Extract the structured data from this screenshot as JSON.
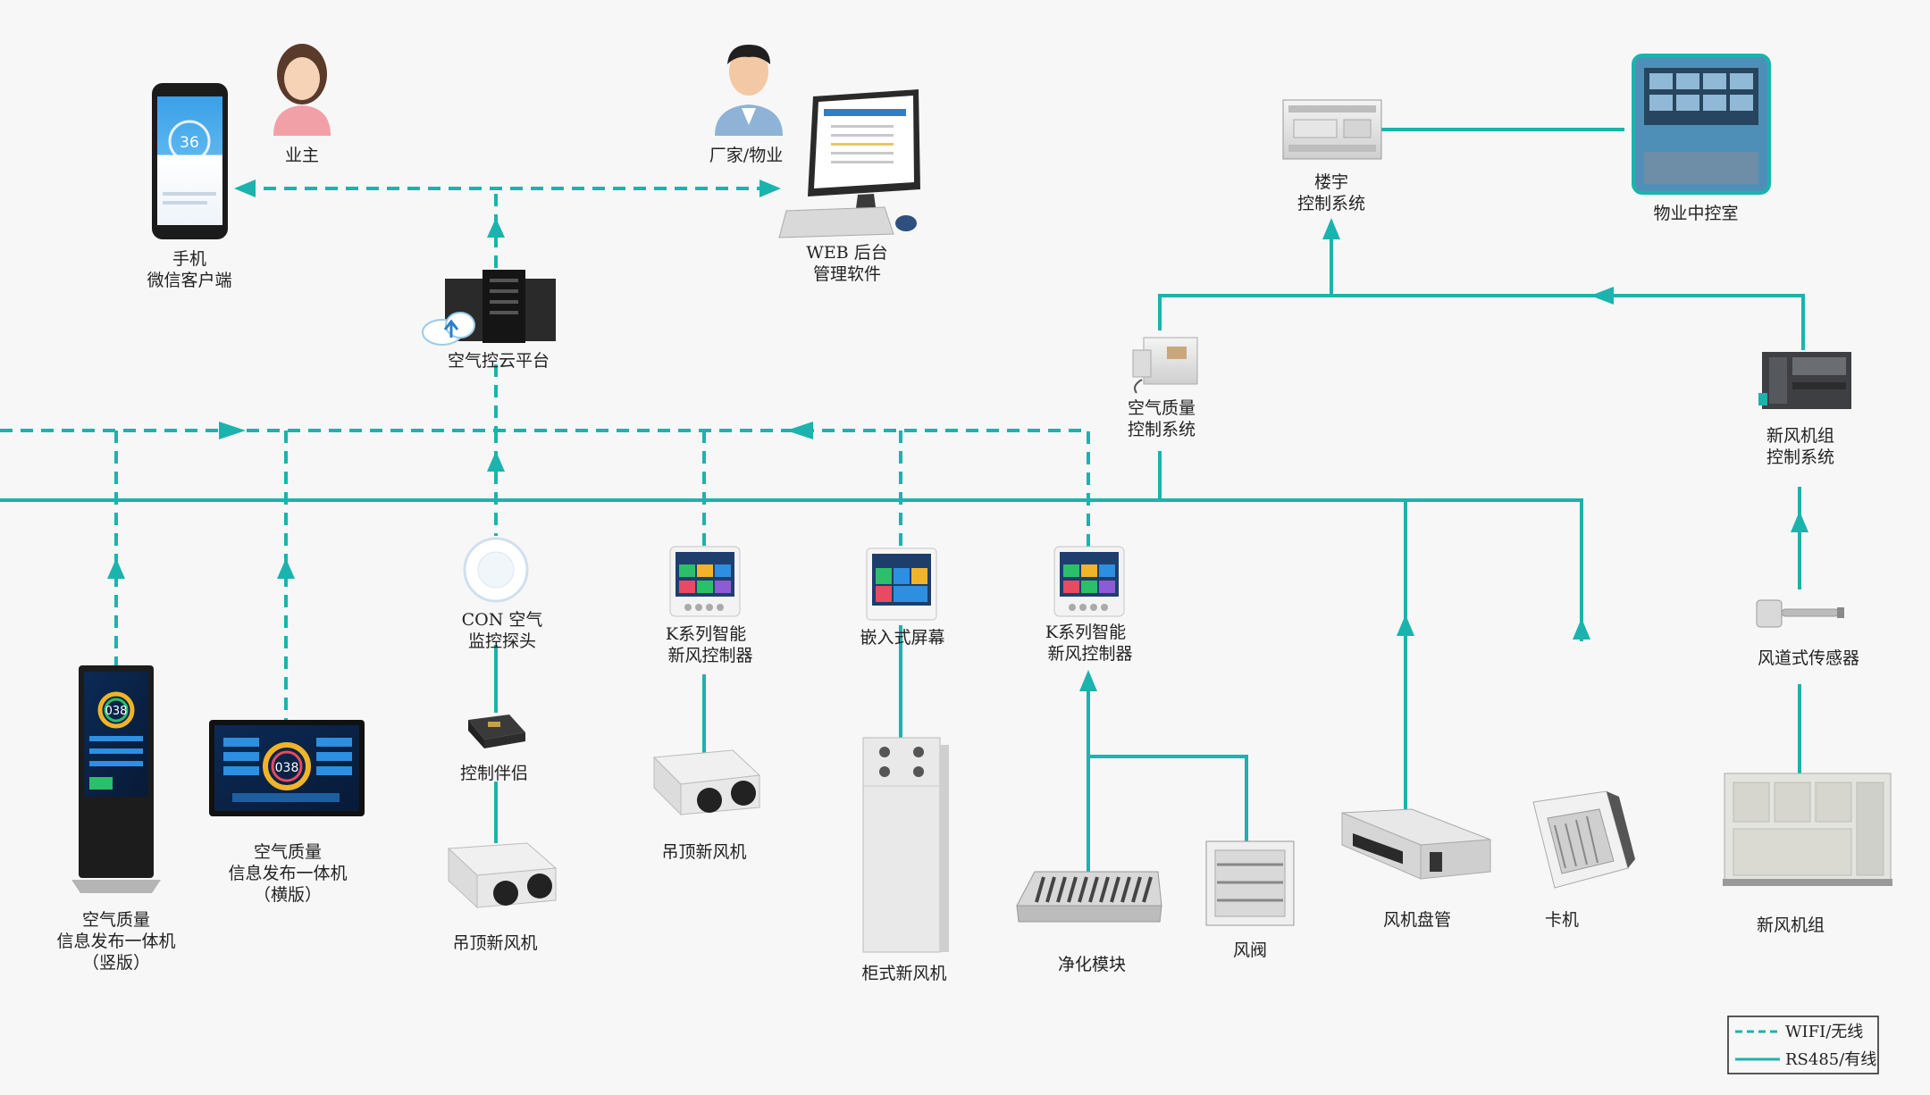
{
  "colors": {
    "line": "#1bb3ad",
    "background": "#f7f7f7",
    "text": "#222222"
  },
  "nodes": {
    "phone": {
      "line1": "手机",
      "line2": "微信客户端",
      "screen_value": "36"
    },
    "owner": {
      "label": "业主"
    },
    "manufacturer": {
      "label": "厂家/物业"
    },
    "web": {
      "line1": "WEB 后台",
      "line2": "管理软件"
    },
    "cloud": {
      "label": "空气控云平台"
    },
    "building": {
      "line1": "楼宇",
      "line2": "控制系统"
    },
    "control_room": {
      "label": "物业中控室"
    },
    "aq_control": {
      "line1": "空气质量",
      "line2": "控制系统"
    },
    "fresh_air_control": {
      "line1": "新风机组",
      "line2": "控制系统"
    },
    "probe": {
      "line1": "CON 空气",
      "line2": "监控探头"
    },
    "k_controller_1": {
      "line1": "K系列智能",
      "line2": "新风控制器"
    },
    "embedded_screen": {
      "label": "嵌入式屏幕"
    },
    "k_controller_2": {
      "line1": "K系列智能",
      "line2": "新风控制器"
    },
    "duct_sensor": {
      "label": "风道式传感器"
    },
    "vertical_display": {
      "line1": "空气质量",
      "line2": "信息发布一体机",
      "line3": "（竖版）",
      "screen_value": "038"
    },
    "horizontal_display": {
      "line1": "空气质量",
      "line2": "信息发布一体机",
      "line3": "（横版）",
      "screen_value": "038"
    },
    "companion": {
      "label": "控制伴侣"
    },
    "ceiling_fan_1": {
      "label": "吊顶新风机"
    },
    "ceiling_fan_2": {
      "label": "吊顶新风机"
    },
    "cabinet_fan": {
      "label": "柜式新风机"
    },
    "purify_module": {
      "label": "净化模块"
    },
    "damper": {
      "label": "风阀"
    },
    "fan_coil": {
      "label": "风机盘管"
    },
    "cassette": {
      "label": "卡机"
    },
    "fresh_air_unit": {
      "label": "新风机组"
    }
  },
  "legend": {
    "wifi": "WIFI/无线",
    "wired": "RS485/有线"
  }
}
